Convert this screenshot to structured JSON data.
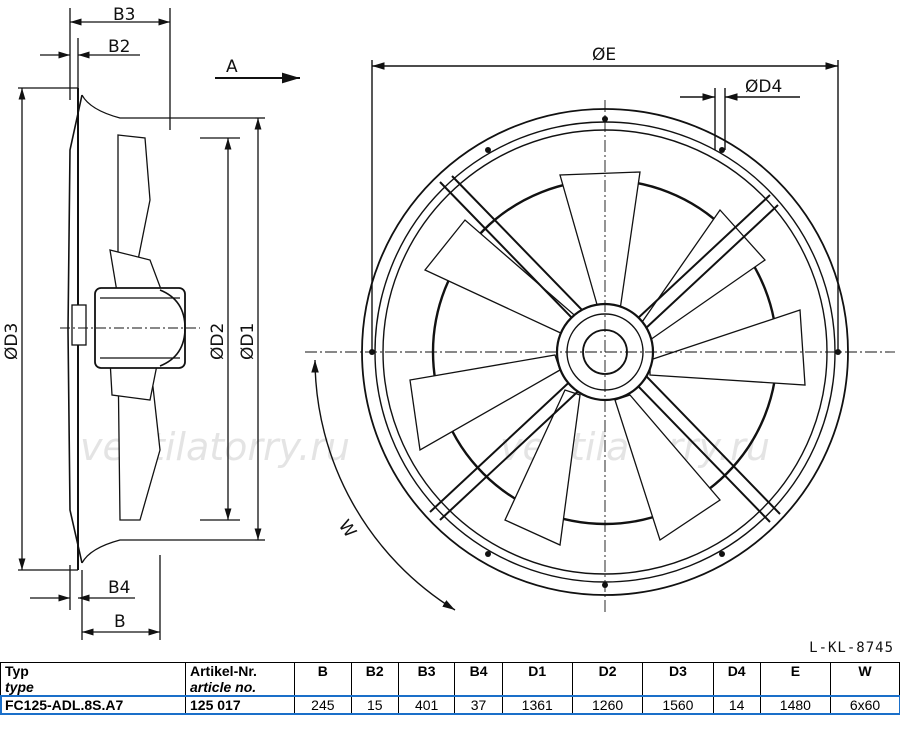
{
  "drawing": {
    "labels": {
      "b3": "B3",
      "b2": "B2",
      "b4": "B4",
      "b": "B",
      "d3": "ØD3",
      "d2": "ØD2",
      "d1": "ØD1",
      "e": "ØE",
      "d4": "ØD4",
      "a": "A",
      "w": "W"
    },
    "watermark": "ventilatorry.ru",
    "code": "L-KL-8745"
  },
  "table": {
    "headers": [
      {
        "main": "Typ",
        "sub": "type"
      },
      {
        "main": "Artikel-Nr.",
        "sub": "article no."
      },
      {
        "main": "B",
        "sub": ""
      },
      {
        "main": "B2",
        "sub": ""
      },
      {
        "main": "B3",
        "sub": ""
      },
      {
        "main": "B4",
        "sub": ""
      },
      {
        "main": "D1",
        "sub": ""
      },
      {
        "main": "D2",
        "sub": ""
      },
      {
        "main": "D3",
        "sub": ""
      },
      {
        "main": "D4",
        "sub": ""
      },
      {
        "main": "E",
        "sub": ""
      },
      {
        "main": "W",
        "sub": ""
      }
    ],
    "row": [
      "FC125-ADL.8S.A7",
      "125 017",
      "245",
      "15",
      "401",
      "37",
      "1361",
      "1260",
      "1560",
      "14",
      "1480",
      "6x60"
    ]
  }
}
